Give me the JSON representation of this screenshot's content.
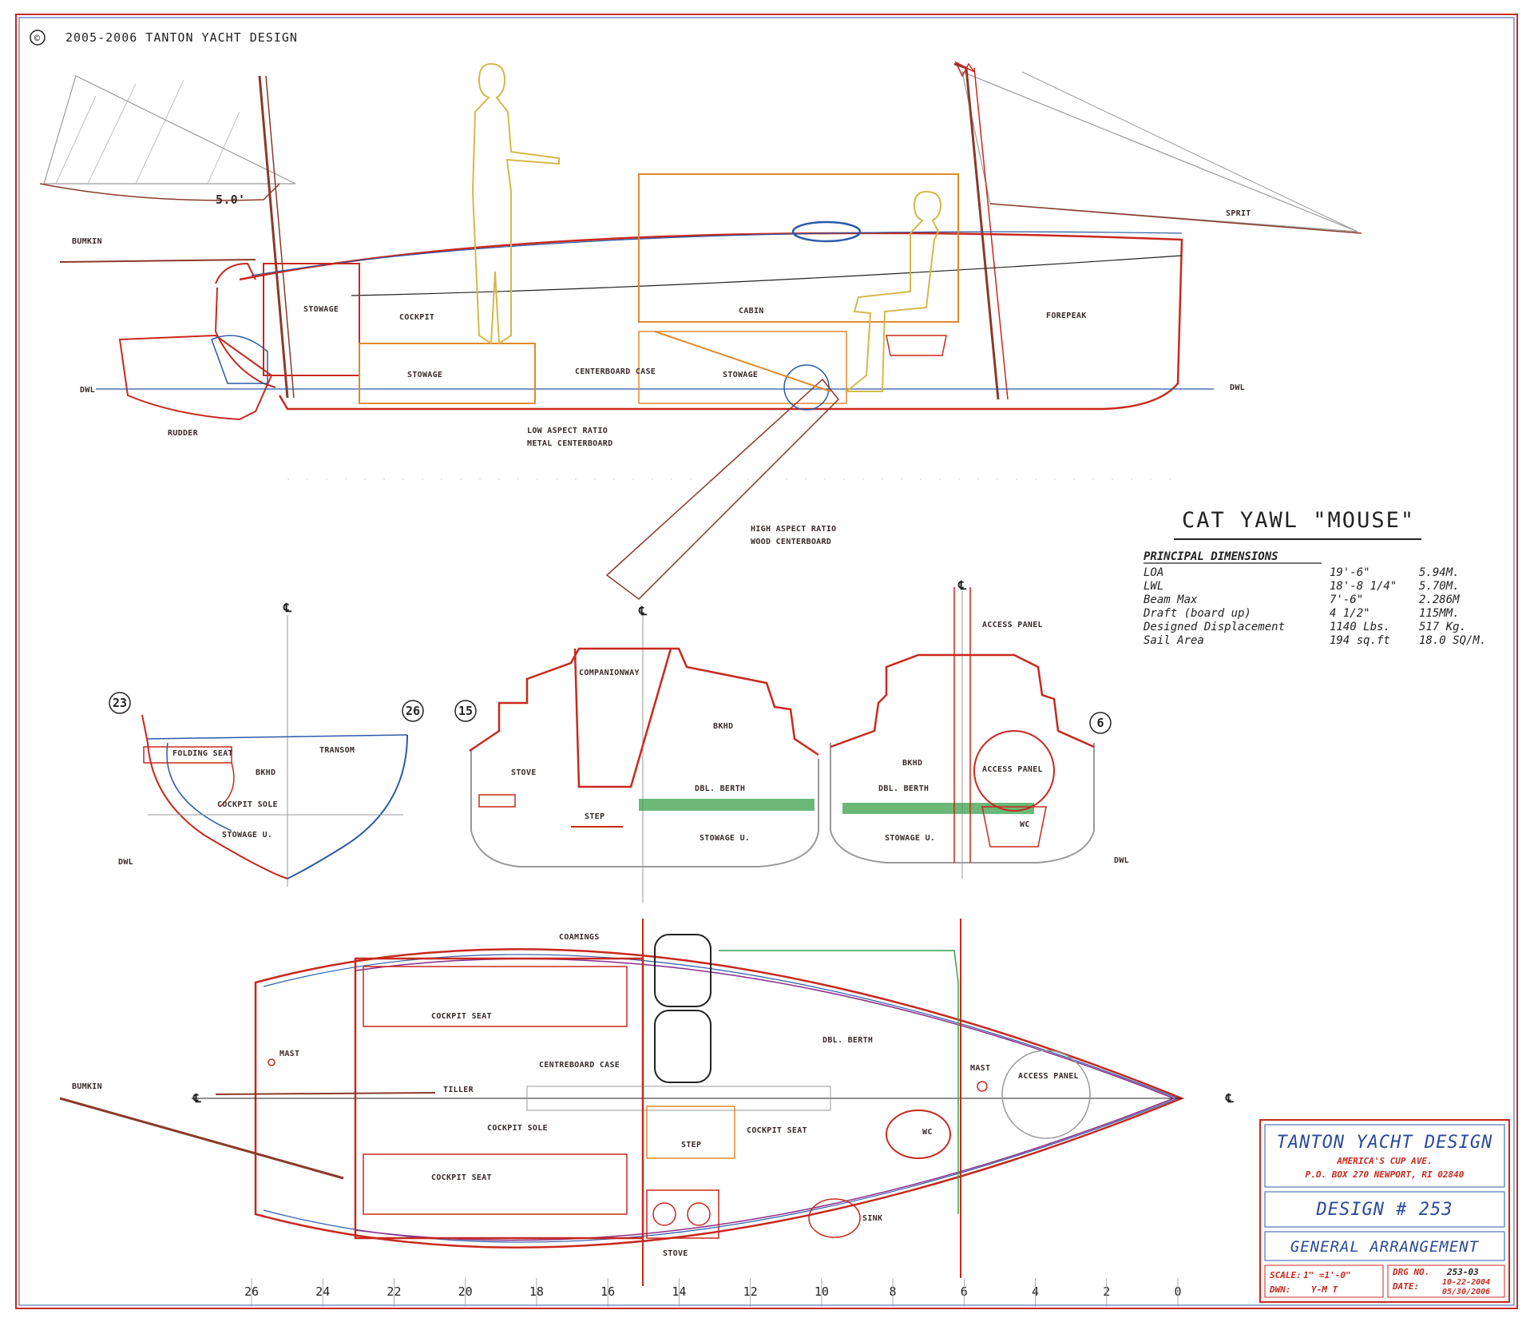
{
  "header": {
    "copyright_symbol": "©",
    "copyright": "2005-2006 TANTON YACHT DESIGN"
  },
  "profile_labels": {
    "bumkin": "BUMKIN",
    "boom_length": "5.0'",
    "sprit": "SPRIT",
    "stowage_aft": "STOWAGE",
    "cockpit": "COCKPIT",
    "cabin": "CABIN",
    "forepeak": "FOREPEAK",
    "stowage_lower": "STOWAGE",
    "centerboard_case": "CENTERBOARD CASE",
    "stowage_mid": "STOWAGE",
    "dwl_aft": "DWL",
    "dwl_fwd": "DWL",
    "rudder": "RUDDER",
    "low_aspect_1": "LOW ASPECT RATIO",
    "low_aspect_2": "METAL CENTERBOARD",
    "high_aspect_1": "HIGH ASPECT RATIO",
    "high_aspect_2": "WOOD CENTERBOARD"
  },
  "title": {
    "name": "CAT YAWL \"MOUSE\"",
    "principal_dimensions": "PRINCIPAL DIMENSIONS"
  },
  "dimensions": [
    {
      "label": "LOA",
      "imperial": "19'-6\"",
      "metric": "5.94M."
    },
    {
      "label": "LWL",
      "imperial": "18'-8 1/4\"",
      "metric": "5.70M."
    },
    {
      "label": "Beam Max",
      "imperial": "7'-6\"",
      "metric": "2.286M"
    },
    {
      "label": "Draft (board up)",
      "imperial": "4 1/2\"",
      "metric": "115MM."
    },
    {
      "label": "Designed Displacement",
      "imperial": "1140 Lbs.",
      "metric": "517 Kg."
    },
    {
      "label": "Sail Area",
      "imperial": "194 sq.ft",
      "metric": "18.0 SQ/M."
    }
  ],
  "sections": {
    "cl": "℄",
    "sec23": "23",
    "sec26": "26",
    "sec15": "15",
    "sec6": "6",
    "folding_seat": "FOLDING SEAT",
    "transom": "TRANSOM",
    "bkhd_aft": "BKHD",
    "cockpit_sole": "COCKPIT SOLE",
    "stowage_u_aft": "STOWAGE U.",
    "dwl_left": "DWL",
    "companionway": "COMPANIONWAY",
    "bkhd_15": "BKHD",
    "stove": "STOVE",
    "dbl_berth_15": "DBL. BERTH",
    "step": "STEP",
    "stowage_u_15": "STOWAGE U.",
    "access_panel_top": "ACCESS PANEL",
    "bkhd_6": "BKHD",
    "dbl_berth_6": "DBL. BERTH",
    "access_panel_6": "ACCESS PANEL",
    "wc_6": "WC",
    "stowage_u_6": "STOWAGE U.",
    "dwl_right": "DWL"
  },
  "plan_labels": {
    "coamings": "COAMINGS",
    "cockpit_seat_1": "COCKPIT SEAT",
    "centreboard_case": "CENTREBOARD CASE",
    "dbl_berth": "DBL. BERTH",
    "mast_aft": "MAST",
    "bumkin": "BUMKIN",
    "tiller": "TILLER",
    "cockpit_sole": "COCKPIT SOLE",
    "cockpit_seat_2": "COCKPIT SEAT",
    "cockpit_seat_3": "COCKPIT SEAT",
    "step": "STEP",
    "mast_fwd": "MAST",
    "access_panel": "ACCESS PANEL",
    "wc": "WC",
    "sink": "SINK",
    "stove": "STOVE",
    "cl_left": "℄",
    "cl_right": "℄"
  },
  "stations": [
    "26",
    "24",
    "22",
    "20",
    "18",
    "16",
    "14",
    "12",
    "10",
    "8",
    "6",
    "4",
    "2",
    "0"
  ],
  "title_block": {
    "firm": "TANTON YACHT DESIGN",
    "addr1": "AMERICA'S CUP AVE.",
    "addr2": "P.O. BOX 270 NEWPORT, RI 02840",
    "design": "DESIGN # 253",
    "sheet_title": "GENERAL ARRANGEMENT",
    "scale_label": "SCALE:",
    "scale_value": "1\" =1'-0\"",
    "dwn_label": "DWN:",
    "dwn_value": "Y-M T",
    "drg_label": "DRG NO.",
    "drg_value": "253-03",
    "date_label": "DATE:",
    "date_1": "10-22-2004",
    "date_2": "05/30/2006"
  },
  "colors": {
    "red": "#c8281e",
    "blue": "#2a5aa8",
    "orange": "#e08a2a",
    "tan": "#d4b84a",
    "green": "#3aa04a",
    "purple": "#8a2a8a",
    "gray": "#9a9a9a",
    "brown": "#8a3a2a"
  }
}
